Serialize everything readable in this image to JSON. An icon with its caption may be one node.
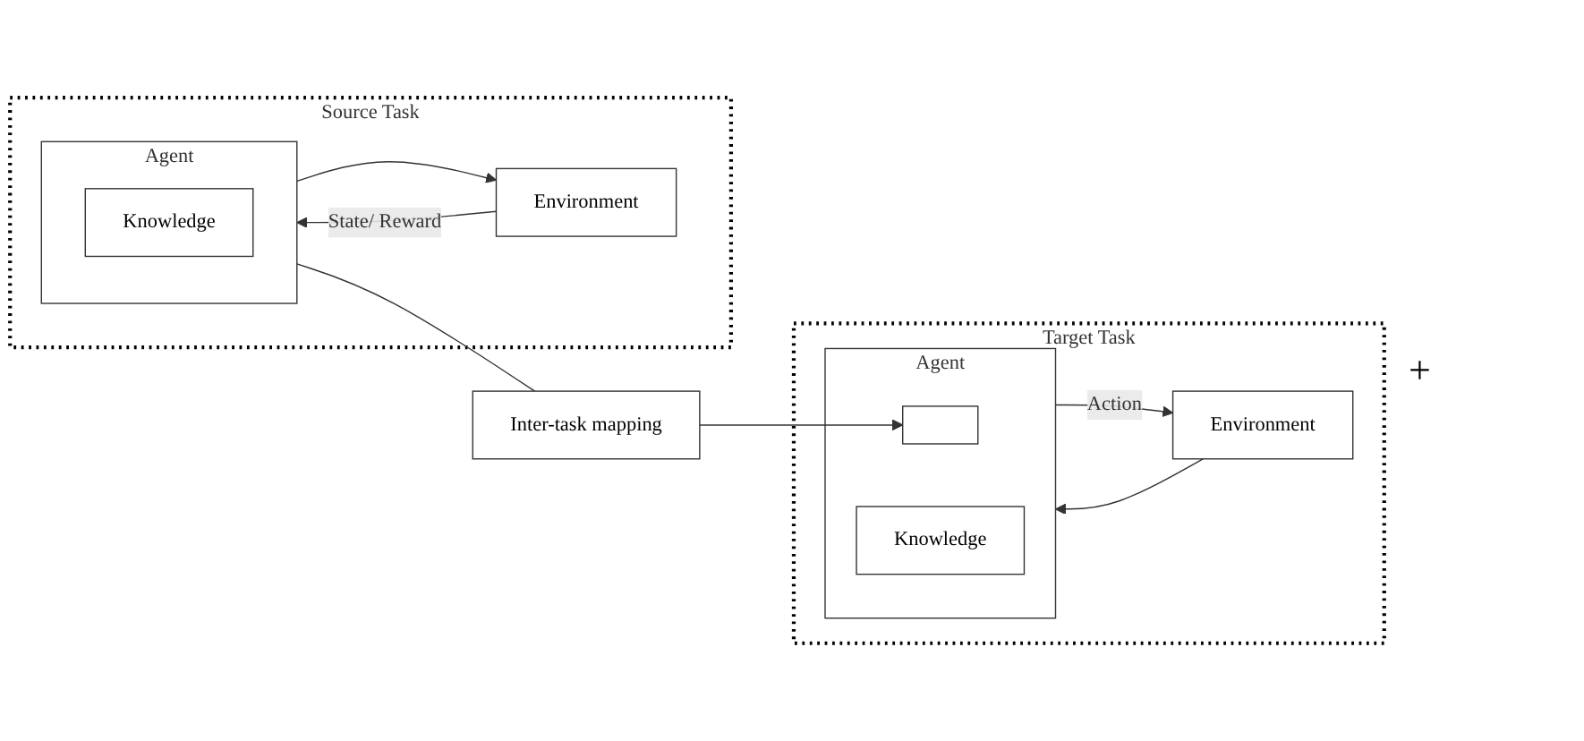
{
  "diagram": {
    "nodes": [
      {
        "text": [
          "Source Task"
        ]
      },
      {
        "text": [
          "Environment"
        ],
        "in": 0
      },
      {
        "text": [
          "Agent"
        ],
        "in": 0
      },
      {
        "text": [
          "Knowledge"
        ],
        "in": 2
      },
      {
        "text": [
          "Target Task"
        ]
      },
      {
        "text": [
          "Environment"
        ],
        "in": 4
      },
      {
        "text": [
          "Agent"
        ],
        "in": 4
      },
      {
        "text": [],
        "shape": "box",
        "in": 6
      },
      {
        "text": [
          "Knowledge"
        ],
        "in": 6
      },
      {
        "text": [
          "Inter-task mapping"
        ]
      }
    ],
    "edges": [
      {
        "from": 2,
        "to": 1,
        "arrow": "to"
      },
      {
        "from": 1,
        "to": 2,
        "arrow": "to",
        "label": "State/ Reward"
      },
      {
        "from": 6,
        "to": 5,
        "arrow": "to",
        "label": "Action"
      },
      {
        "from": 5,
        "to": 6,
        "arrow": "to"
      },
      {
        "from": 2,
        "to": 9,
        "arrow": "none"
      },
      {
        "from": 9,
        "to": 7,
        "arrow": "to"
      }
    ],
    "labels": [
      "+"
    ]
  }
}
